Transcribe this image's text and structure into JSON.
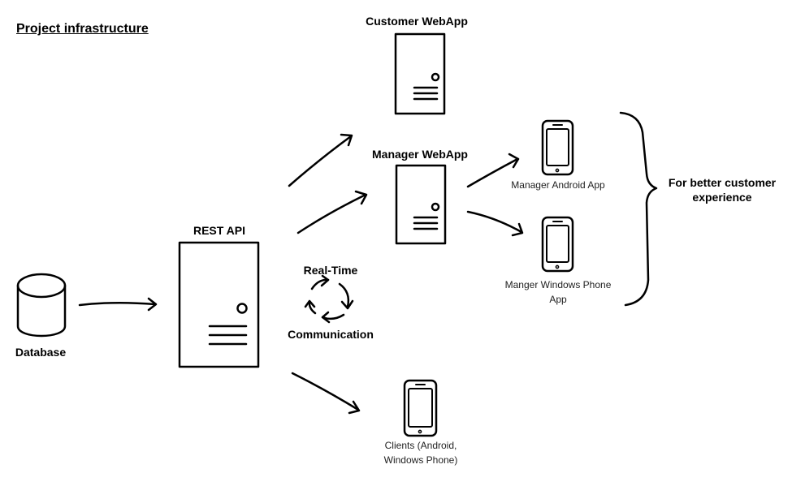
{
  "diagram": {
    "title": "Project infrastructure",
    "nodes": {
      "database": {
        "label": "Database",
        "icon": "database-cylinder-icon"
      },
      "rest_api": {
        "label": "REST API",
        "icon": "server-icon"
      },
      "customer_webapp": {
        "label": "Customer WebApp",
        "icon": "server-icon"
      },
      "manager_webapp": {
        "label": "Manager WebApp",
        "icon": "server-icon"
      },
      "manager_android": {
        "label": "Manager Android App",
        "icon": "phone-icon"
      },
      "manager_windows": {
        "label_line1": "Manger Windows Phone",
        "label_line2": "App",
        "icon": "phone-icon"
      },
      "clients": {
        "label_line1": "Clients (Android,",
        "label_line2": "Windows Phone)",
        "icon": "phone-icon"
      }
    },
    "realtime": {
      "label_top": "Real-Time",
      "label_bottom": "Communication",
      "icon": "cycle-arrows-icon"
    },
    "brace_note": {
      "line1": "For better customer",
      "line2": "experience",
      "icon": "curly-brace-icon"
    },
    "edges": [
      {
        "from": "Database",
        "to": "REST API"
      },
      {
        "from": "REST API",
        "to": "Customer WebApp"
      },
      {
        "from": "REST API",
        "to": "Manager WebApp"
      },
      {
        "from": "REST API",
        "to": "Clients (Android, Windows Phone)"
      },
      {
        "from": "Manager WebApp",
        "to": "Manager Android App"
      },
      {
        "from": "Manager WebApp",
        "to": "Manger Windows Phone App"
      }
    ]
  }
}
